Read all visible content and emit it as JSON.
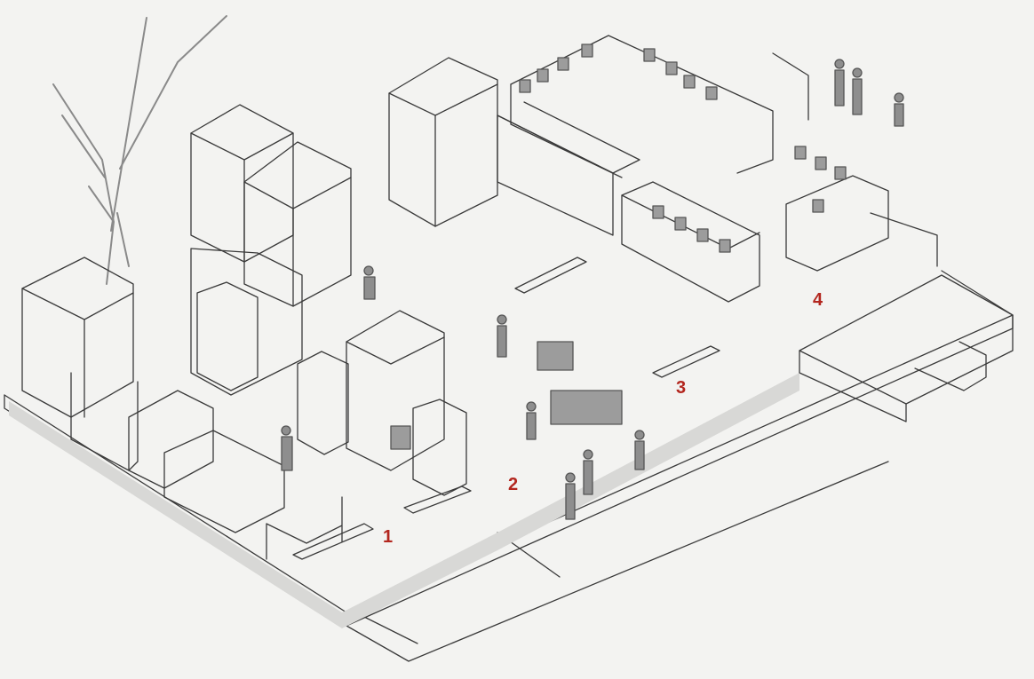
{
  "zones": [
    {
      "id": "1",
      "label": "1"
    },
    {
      "id": "2",
      "label": "2"
    },
    {
      "id": "3",
      "label": "3"
    },
    {
      "id": "4",
      "label": "4"
    }
  ],
  "colors": {
    "paper": "#f3f3f1",
    "pencil": "#3a3a3a",
    "shade": "#9c9c9c",
    "label": "#b3261e"
  }
}
